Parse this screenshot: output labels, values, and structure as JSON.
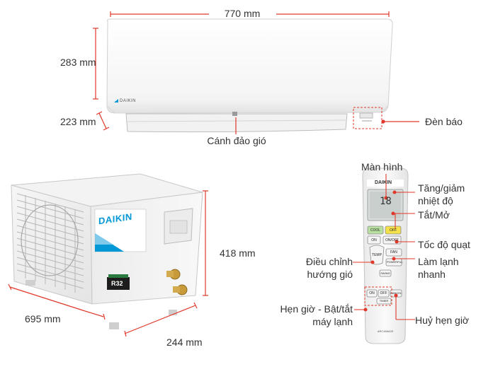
{
  "indoor_unit": {
    "width_label": "770  mm",
    "height_label": "283 mm",
    "depth_label": "223 mm",
    "brand_text": "DAIKIN",
    "louver_label": "Cánh đảo gió",
    "indicator_label": "Đèn báo"
  },
  "outdoor_unit": {
    "brand_text": "DAIKIN",
    "height_label": "418 mm",
    "width_label": "695 mm",
    "depth_label": "244 mm",
    "badge_text": "R32"
  },
  "remote": {
    "brand_text": "DAIKIN",
    "display_label": "Màn hình",
    "temp_label_line1": "Tăng/giảm",
    "temp_label_line2": "nhiệt độ",
    "power_label": "Tắt/Mở",
    "fan_label": "Tốc độ quạt",
    "swing_label_line1": "Điều chỉnh",
    "swing_label_line2": "hướng gió",
    "powerful_label_line1": "Làm lạnh",
    "powerful_label_line2": "nhanh",
    "timer_label_line1": "Hẹn giờ - Bật/tắt",
    "timer_label_line2": "máy lạnh",
    "cancel_timer_label": "Huỷ hẹn giờ",
    "button_cool": "COOL",
    "button_off": "OFF",
    "button_on": "ON",
    "button_on_off": "ON/OFF",
    "button_fan": "FAN",
    "button_temp": "TEMP",
    "button_swing": "SWING",
    "button_powerful": "POWERFUL",
    "button_timer_on": "ON",
    "button_timer_off": "OFF",
    "button_timer": "TIMER",
    "button_cancel": "CANCEL",
    "model_text": "ARC466A33",
    "display_digits": "18"
  },
  "colors": {
    "annotation_red": "#e0392b",
    "unit_white": "#fafafa",
    "daikin_blue": "#0097d7",
    "outline_gray": "#c8c8c8"
  }
}
